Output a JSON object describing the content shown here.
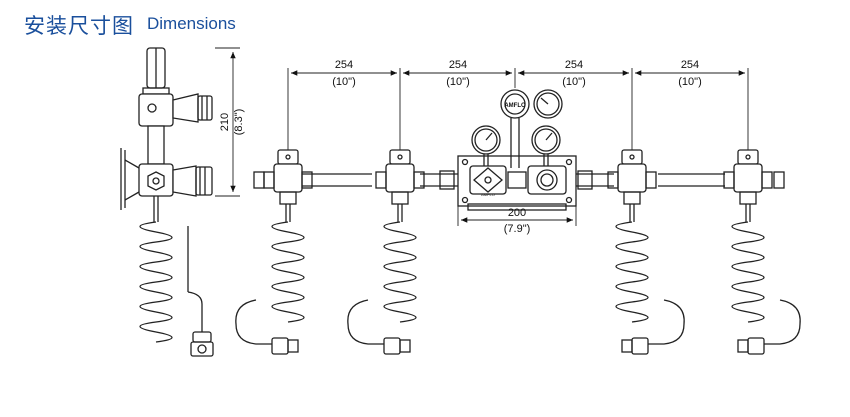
{
  "header": {
    "title_zh": "安装尺寸图",
    "title_en": "Dimensions"
  },
  "dimensions": {
    "height_mm": "210",
    "height_in": "(8.3\")",
    "spacing_1_mm": "254",
    "spacing_1_in": "(10\")",
    "spacing_2_mm": "254",
    "spacing_2_in": "(10\")",
    "spacing_3_mm": "254",
    "spacing_3_in": "(10\")",
    "spacing_4_mm": "254",
    "spacing_4_in": "(10\")",
    "panel_width_mm": "200",
    "panel_width_in": "(7.9\")"
  },
  "labels": {
    "valve_logo": "AMFLO",
    "regulator_logo": "AMFLO"
  },
  "colors": {
    "title": "#1a4f9c",
    "line": "#222222"
  }
}
